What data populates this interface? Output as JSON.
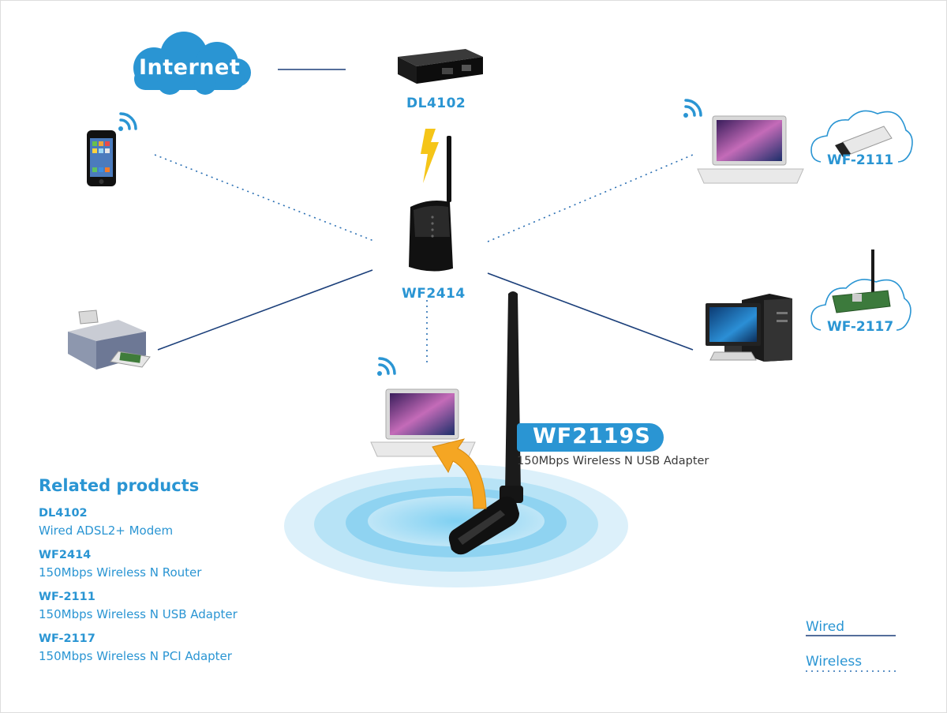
{
  "nodes": {
    "internet": "Internet",
    "modem": "DL4102",
    "router": "WF2414",
    "usb_adapter_cloud": "WF-2111",
    "pci_adapter_cloud": "WF-2117"
  },
  "product": {
    "name": "WF2119S",
    "description": "150Mbps Wireless N USB Adapter"
  },
  "related": {
    "heading": "Related products",
    "items": [
      {
        "code": "DL4102",
        "desc": "Wired ADSL2+ Modem"
      },
      {
        "code": "WF2414",
        "desc": "150Mbps Wireless N Router"
      },
      {
        "code": "WF-2111",
        "desc": "150Mbps Wireless N USB Adapter"
      },
      {
        "code": "WF-2117",
        "desc": "150Mbps Wireless N PCI Adapter"
      }
    ]
  },
  "legend": {
    "wired": "Wired",
    "wireless": "Wireless"
  },
  "colors": {
    "accent": "#2a95d3",
    "wired_line": "#1b3f7a",
    "wireless_line": "#2a6fb3",
    "arrow": "#f5a623"
  }
}
